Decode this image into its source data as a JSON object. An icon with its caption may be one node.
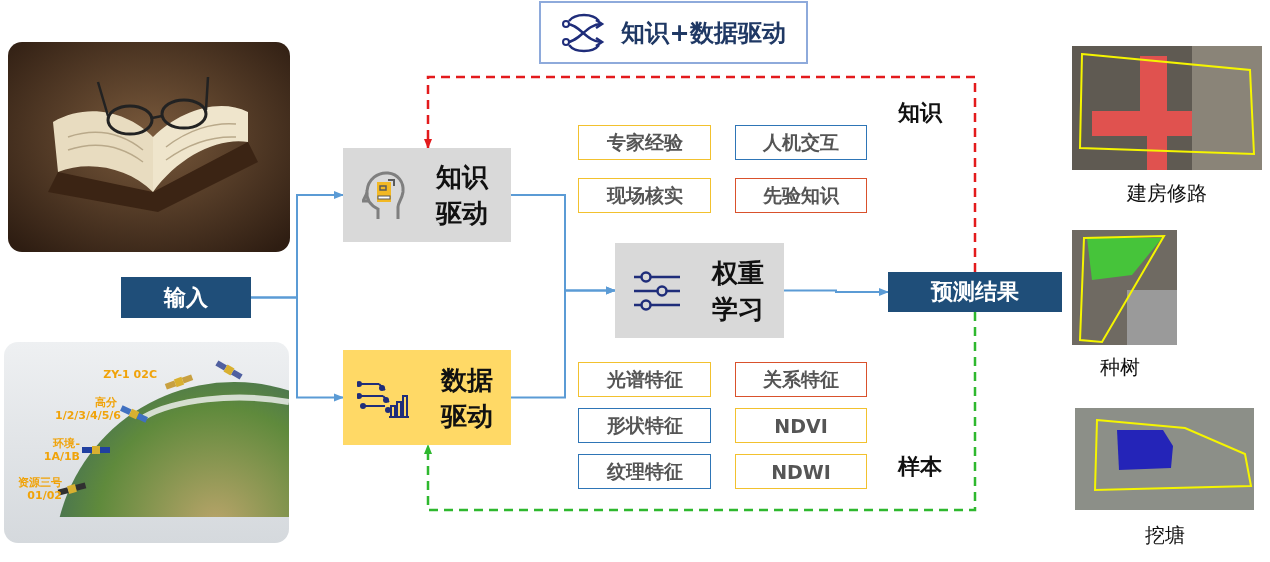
{
  "diagram": {
    "title": "知识+数据驱动",
    "nodes": [
      {
        "text": [],
        "shape": "picture"
      },
      {
        "text": [],
        "shape": "picture",
        "beside": [
          "ZY-1 02C",
          "高分 1/2/3/4/5/6",
          "环境- 1A/1B",
          "资源三号 01/02"
        ]
      },
      {
        "text": [
          "输入"
        ]
      },
      {
        "text": [
          "知识驱动"
        ]
      },
      {
        "text": [
          "数据驱动"
        ]
      },
      {
        "text": [
          "权重学习"
        ]
      },
      {
        "text": [
          "预测结果"
        ]
      },
      {
        "text": [
          "专家经验"
        ]
      },
      {
        "text": [
          "人机交互"
        ]
      },
      {
        "text": [
          "现场核实"
        ]
      },
      {
        "text": [
          "先验知识"
        ]
      },
      {
        "text": [
          "光谱特征"
        ]
      },
      {
        "text": [
          "关系特征"
        ]
      },
      {
        "text": [
          "形状特征"
        ]
      },
      {
        "text": [
          "NDVI"
        ]
      },
      {
        "text": [
          "纹理特征"
        ]
      },
      {
        "text": [
          "NDWI"
        ]
      },
      {
        "text": [],
        "shape": "picture",
        "beside": [
          "建房修路"
        ]
      },
      {
        "text": [],
        "shape": "picture",
        "beside": [
          "种树"
        ]
      },
      {
        "text": [],
        "shape": "picture",
        "beside": [
          "挖塘"
        ]
      }
    ],
    "edges": [
      {
        "from": 2,
        "to": 3,
        "arrow": "to"
      },
      {
        "from": 2,
        "to": 4,
        "arrow": "to"
      },
      {
        "from": 3,
        "to": 5,
        "arrow": "to"
      },
      {
        "from": 4,
        "to": 5,
        "arrow": "to"
      },
      {
        "from": 5,
        "to": 6,
        "arrow": "to"
      },
      {
        "from": 6,
        "to": 3,
        "arrow": "to",
        "style": "dashed",
        "color": "#e31a1c"
      },
      {
        "from": 6,
        "to": 4,
        "arrow": "to",
        "style": "dashed",
        "color": "#2eb82e"
      }
    ],
    "labels": [
      "知识",
      "样本"
    ]
  }
}
